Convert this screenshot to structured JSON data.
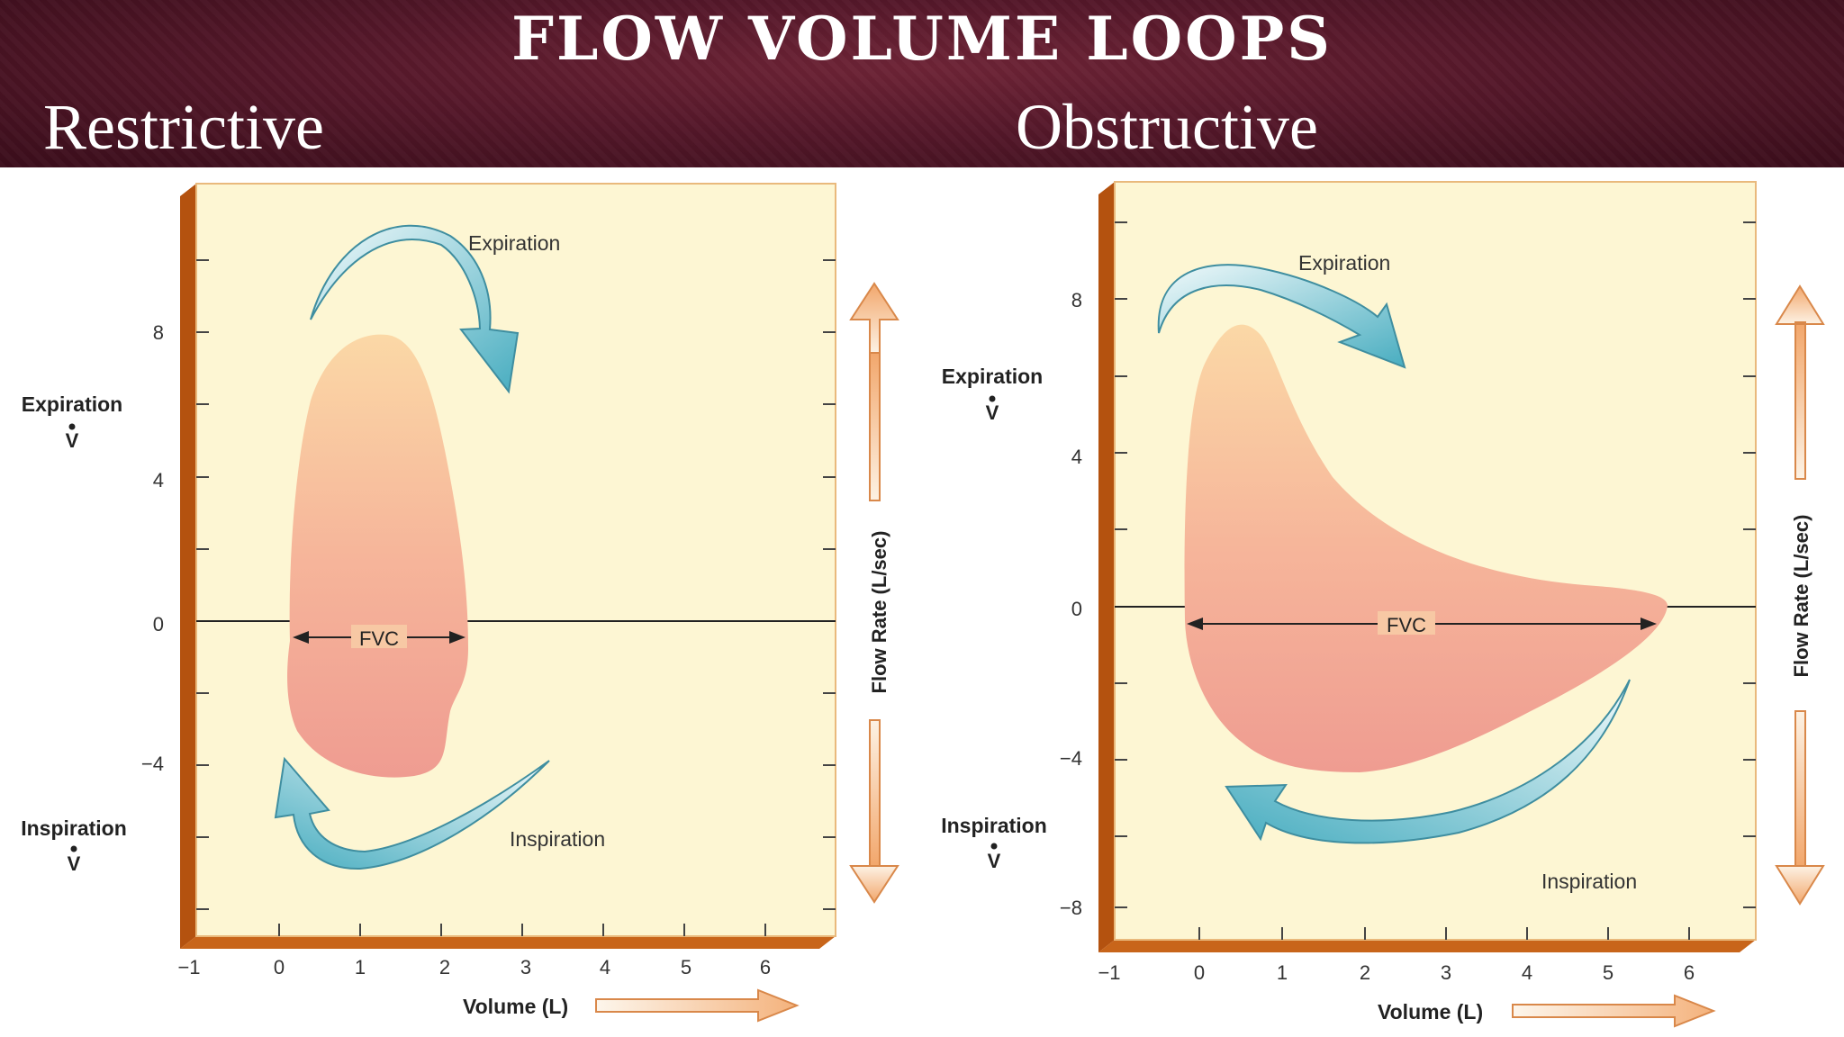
{
  "header": {
    "title": "FLOW VOLUME LOOPS",
    "left_label": "Restrictive",
    "right_label": "Obstructive"
  },
  "panels": [
    {
      "id": "restrictive",
      "y_ticks": [
        "8",
        "4",
        "0",
        "−4"
      ],
      "x_ticks": [
        "−1",
        "0",
        "1",
        "2",
        "3",
        "4",
        "5",
        "6"
      ],
      "expiration_label": "Expiration",
      "inspiration_label": "Inspiration",
      "y_expiration_label": "Expiration",
      "y_inspiration_label": "Inspiration",
      "vdot_symbol": "V",
      "fvc_label": "FVC",
      "flow_rate_label": "Flow Rate (L/sec)",
      "volume_label": "Volume (L)"
    },
    {
      "id": "obstructive",
      "y_ticks": [
        "8",
        "4",
        "0",
        "−4",
        "−8"
      ],
      "x_ticks": [
        "−1",
        "0",
        "1",
        "2",
        "3",
        "4",
        "5",
        "6"
      ],
      "expiration_label": "Expiration",
      "inspiration_label": "Inspiration",
      "y_expiration_label": "Expiration",
      "y_inspiration_label": "Inspiration",
      "vdot_symbol": "V",
      "fvc_label": "FVC",
      "flow_rate_label": "Flow Rate (L/sec)",
      "volume_label": "Volume (L)"
    }
  ],
  "colors": {
    "panel_bg": "#fdf6d3",
    "frame": "#c45c16",
    "loop_top": "#fbd6a2",
    "loop_bottom": "#ef9e92",
    "arrow_teal": "#5fb8c8",
    "arrow_light": "#f1f9fb",
    "flow_arrow": "#f3b079"
  }
}
